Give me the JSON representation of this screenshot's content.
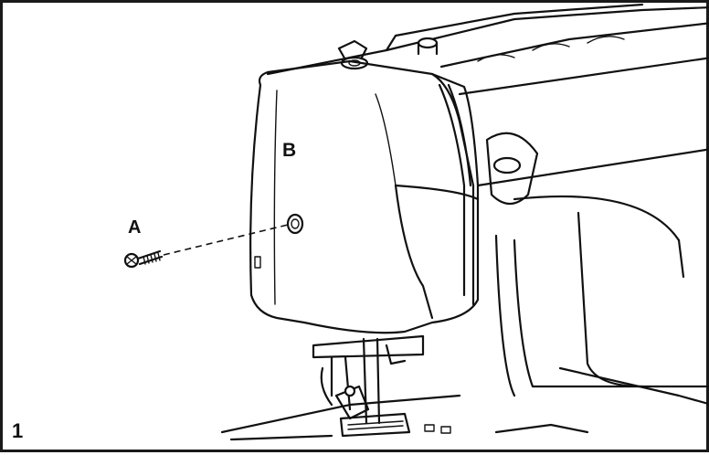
{
  "figure": {
    "number": "1",
    "labels": {
      "a": "A",
      "b": "B"
    }
  },
  "colors": {
    "line": "#111111",
    "background": "#ffffff",
    "border": "#1a1a1a"
  }
}
